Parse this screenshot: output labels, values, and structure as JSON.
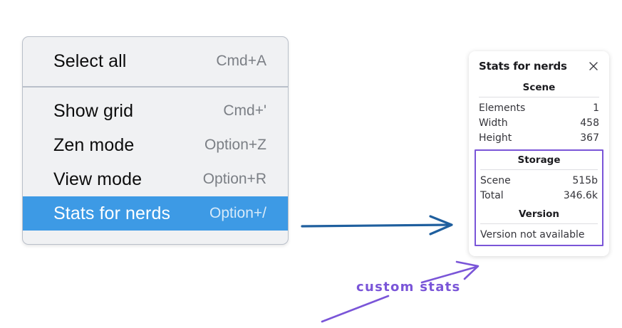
{
  "menu": {
    "groups": [
      {
        "items": [
          {
            "label": "Select all",
            "shortcut": "Cmd+A",
            "selected": false
          }
        ]
      },
      {
        "items": [
          {
            "label": "Show grid",
            "shortcut": "Cmd+'",
            "selected": false
          },
          {
            "label": "Zen mode",
            "shortcut": "Option+Z",
            "selected": false
          },
          {
            "label": "View mode",
            "shortcut": "Option+R",
            "selected": false
          },
          {
            "label": "Stats for nerds",
            "shortcut": "Option+/",
            "selected": true
          }
        ]
      }
    ]
  },
  "stats_panel": {
    "title": "Stats for nerds",
    "close_icon": "close-icon",
    "scene": {
      "heading": "Scene",
      "rows": [
        {
          "key": "Elements",
          "value": "1"
        },
        {
          "key": "Width",
          "value": "458"
        },
        {
          "key": "Height",
          "value": "367"
        }
      ]
    },
    "storage": {
      "heading": "Storage",
      "rows": [
        {
          "key": "Scene",
          "value": "515b"
        },
        {
          "key": "Total",
          "value": "346.6k"
        }
      ]
    },
    "version": {
      "heading": "Version",
      "text": "Version not available"
    }
  },
  "annotations": {
    "custom_stats_label": "custom stats",
    "arrow_blue_color": "#1f5f9e",
    "arrow_purple_color": "#7a55d8",
    "highlight_color": "#7a55d8",
    "menu_highlight_color": "#3d9ae5"
  }
}
